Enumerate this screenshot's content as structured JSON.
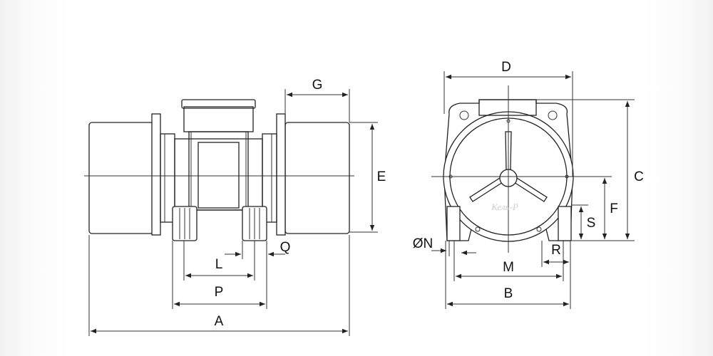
{
  "labels": {
    "A": "A",
    "B": "B",
    "C": "C",
    "D": "D",
    "E": "E",
    "F": "F",
    "G": "G",
    "L": "L",
    "M": "M",
    "N": "ØN",
    "P": "P",
    "Q": "Q",
    "R": "R",
    "S": "S"
  },
  "watermark": "Кель-Р"
}
